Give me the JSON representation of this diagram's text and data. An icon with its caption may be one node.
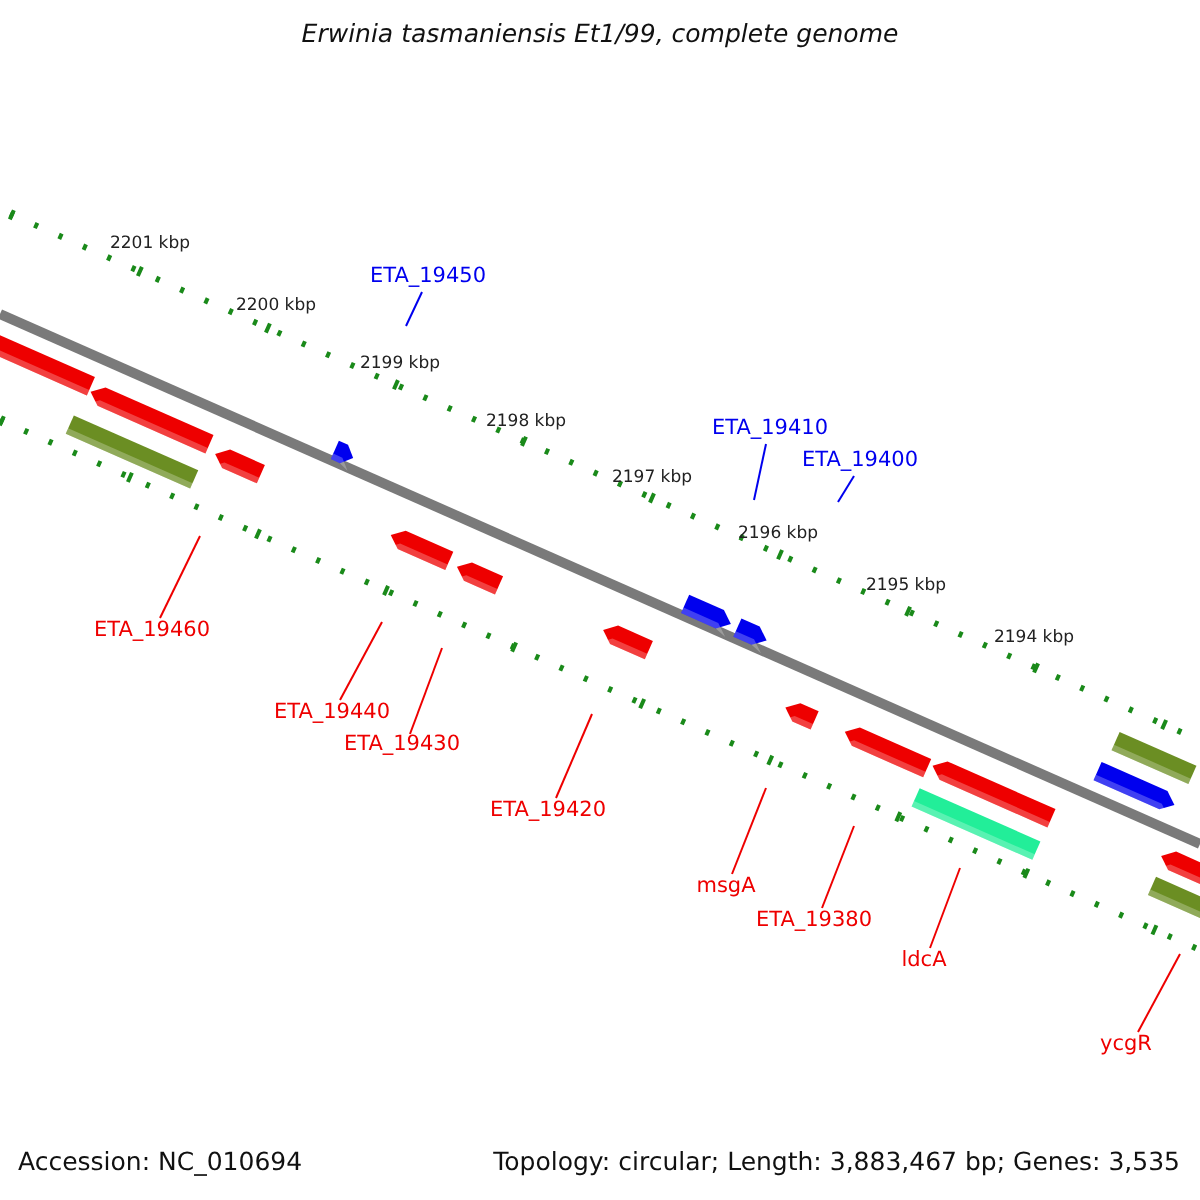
{
  "diagram": {
    "title": "Erwinia tasmaniensis Et1/99, complete genome",
    "nodes": [
      {
        "text": [
          "ETA_19450"
        ]
      },
      {
        "text": [
          "ETA_19410"
        ]
      },
      {
        "text": [
          "ETA_19400"
        ]
      },
      {
        "text": [
          "ETA_19460"
        ]
      },
      {
        "text": [
          "ETA_19440"
        ]
      },
      {
        "text": [
          "ETA_19430"
        ]
      },
      {
        "text": [
          "ETA_19420"
        ]
      },
      {
        "text": [
          "msgA"
        ]
      },
      {
        "text": [
          "ETA_19380"
        ]
      },
      {
        "text": [
          "ldcA"
        ]
      },
      {
        "text": [
          "ycgR"
        ]
      }
    ],
    "edges": [
      {
        "from": 0,
        "to": null,
        "arrow": "none",
        "color": "#0000ee"
      },
      {
        "from": 1,
        "to": null,
        "arrow": "none",
        "color": "#0000ee"
      },
      {
        "from": 2,
        "to": null,
        "arrow": "none",
        "color": "#0000ee"
      },
      {
        "from": 3,
        "to": null,
        "arrow": "none"
      },
      {
        "from": 4,
        "to": null,
        "arrow": "none"
      },
      {
        "from": 5,
        "to": null,
        "arrow": "none"
      },
      {
        "from": 6,
        "to": null,
        "arrow": "none"
      },
      {
        "from": 7,
        "to": null,
        "arrow": "none"
      },
      {
        "from": 8,
        "to": null,
        "arrow": "none"
      },
      {
        "from": 9,
        "to": null,
        "arrow": "none"
      },
      {
        "from": 10,
        "to": null,
        "arrow": "none"
      }
    ],
    "labels": [
      "2201 kbp",
      "2200 kbp",
      "2199 kbp",
      "2198 kbp",
      "2197 kbp",
      "2196 kbp",
      "2195 kbp",
      "2194 kbp",
      "Accession: NC_010694",
      "Topology: circular; Length: 3,883,467 bp; Genes: 3,535"
    ]
  }
}
